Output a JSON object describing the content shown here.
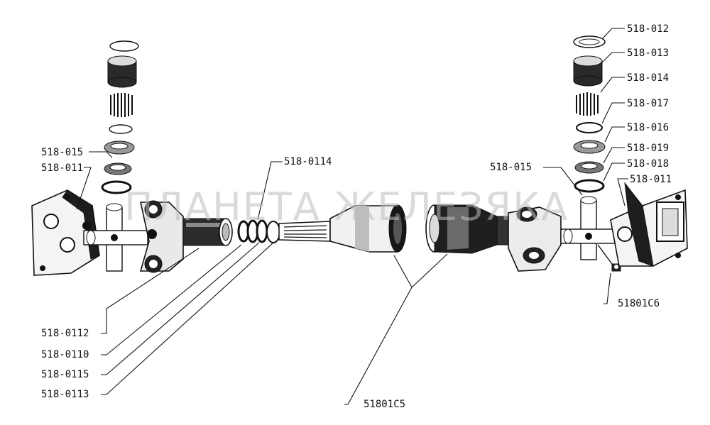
{
  "watermark": "ПЛАНЕТА ЖЕЛЕЗЯКА",
  "labels": {
    "l_518_015_left": "518-015",
    "l_518_011_left": "518-011",
    "l_518_0114": "518-0114",
    "l_518_0112": "518-0112",
    "l_518_0110": "518-0110",
    "l_518_0115": "518-0115",
    "l_518_0113": "518-0113",
    "l_51801C5": "51801C5",
    "l_518_012": "518-012",
    "l_518_013": "518-013",
    "l_518_014": "518-014",
    "l_518_017": "518-017",
    "l_518_016": "518-016",
    "l_518_019": "518-019",
    "l_518_018": "518-018",
    "l_518_011_right": "518-011",
    "l_518_015_right": "518-015",
    "l_51801C6": "51801C6"
  }
}
